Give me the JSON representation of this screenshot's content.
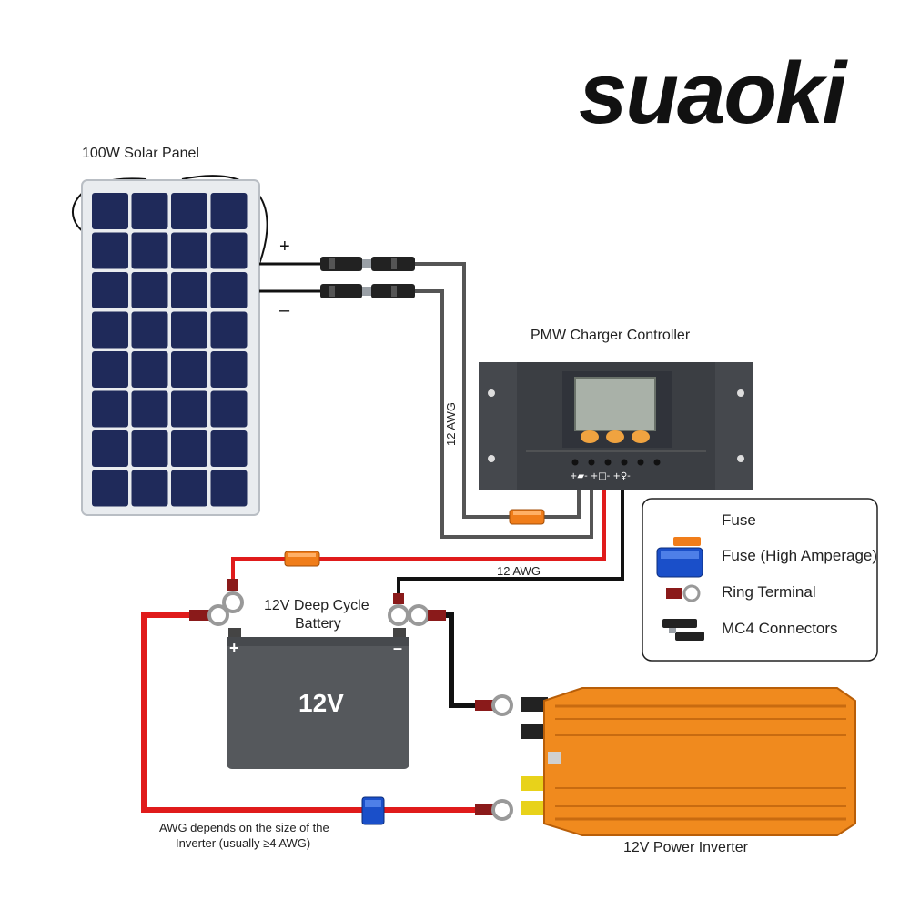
{
  "brand": {
    "name": "suaoki"
  },
  "solar_panel": {
    "label": "100W Solar Panel",
    "plus": "+",
    "minus": "–"
  },
  "controller": {
    "label": "PMW Charger Controller",
    "terminal_symbols": "+▰- +□- +♀-"
  },
  "wires": {
    "awg_vertical": "12 AWG",
    "awg_horizontal": "12 AWG"
  },
  "battery": {
    "label_line1": "12V Deep Cycle",
    "label_line2": "Battery",
    "voltage": "12V",
    "plus": "+",
    "minus": "–"
  },
  "inverter": {
    "label": "12V Power Inverter"
  },
  "note": {
    "line1": "AWG depends on the size of the",
    "line2": "Inverter (usually ≥4 AWG)"
  },
  "legend": {
    "items": [
      {
        "label": "Fuse",
        "icon": "fuse-icon"
      },
      {
        "label": "Fuse (High Amperage)",
        "icon": "high-amperage-fuse-icon"
      },
      {
        "label": "Ring Terminal",
        "icon": "ring-terminal-icon"
      },
      {
        "label": "MC4 Connectors",
        "icon": "mc4-connector-icon"
      }
    ]
  },
  "colors": {
    "positive_wire": "#e01b1b",
    "negative_wire": "#111111",
    "panel_cell": "#1f2a5a",
    "controller_body": "#4a4d52",
    "inverter_body": "#f08a1e",
    "battery_body": "#55585c",
    "fuse": "#f07d1a",
    "high_amp_fuse": "#1a4fc9"
  }
}
